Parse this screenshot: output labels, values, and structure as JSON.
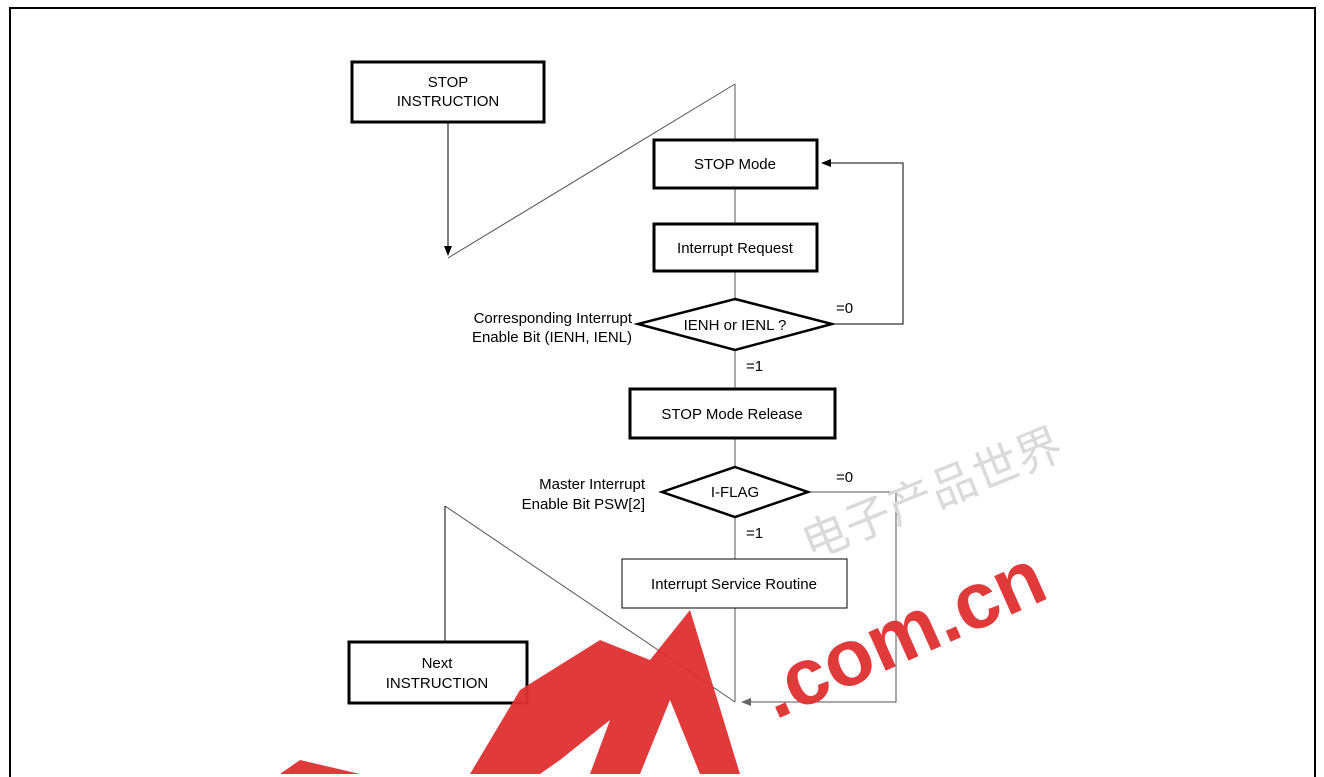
{
  "nodes": {
    "stop_instruction": [
      "STOP",
      "INSTRUCTION"
    ],
    "stop_mode": "STOP Mode",
    "interrupt_request": "Interrupt Request",
    "ien_decision": "IENH or IENL ?",
    "stop_mode_release": "STOP Mode Release",
    "iflag_decision": "I-FLAG",
    "interrupt_service_routine": "Interrupt Service Routine",
    "next_instruction": [
      "Next",
      "INSTRUCTION"
    ]
  },
  "annotations": {
    "ien_note": [
      "Corresponding Interrupt",
      "Enable Bit (IENH, IENL)"
    ],
    "master_note": [
      "Master Interrupt",
      "Enable Bit PSW[2]"
    ]
  },
  "edge_labels": {
    "ien_zero": "=0",
    "ien_one": "=1",
    "iflag_zero": "=0",
    "iflag_one": "=1"
  },
  "watermark": {
    "logo_text": ".com.cn",
    "cjk_text": "电子产品世界",
    "color": "#e03030"
  }
}
